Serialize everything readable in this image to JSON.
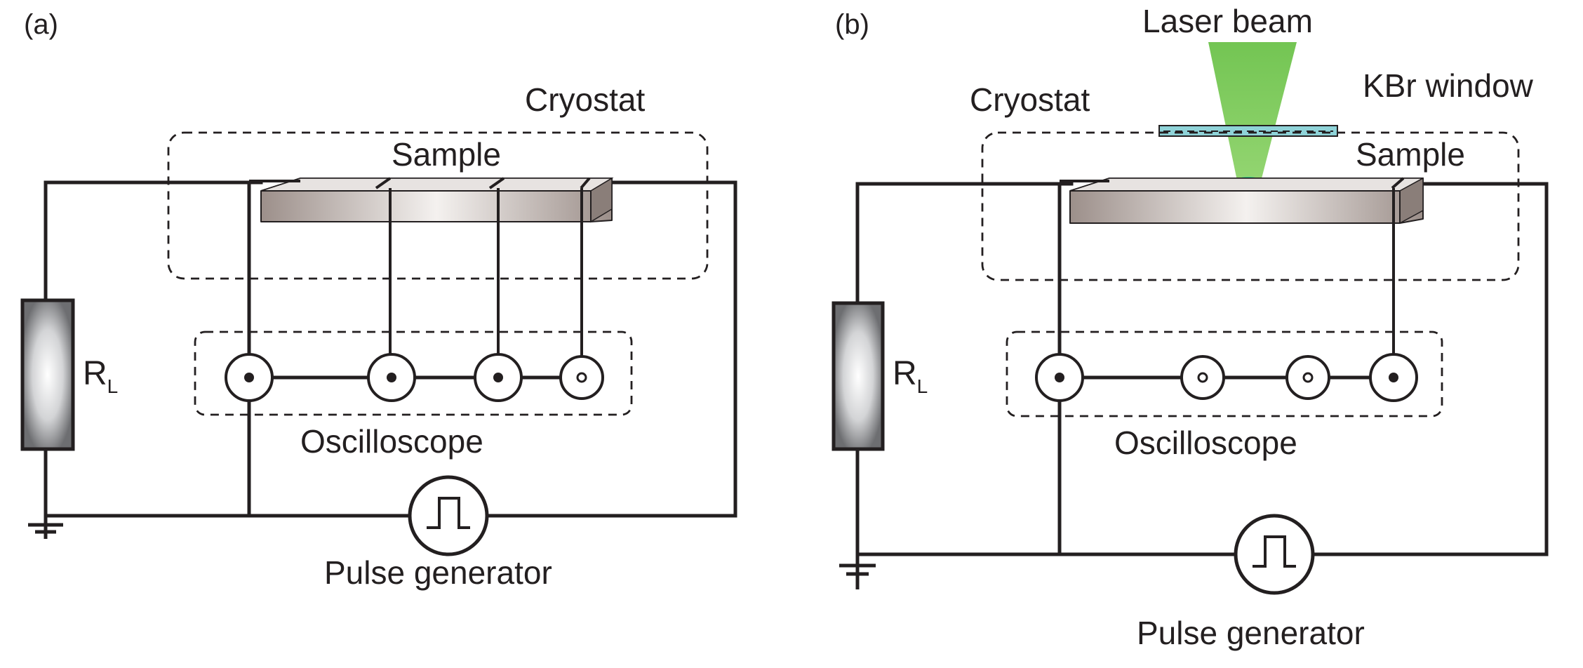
{
  "panels": [
    {
      "id": "a",
      "panel_label": "(a)",
      "cryostat_label": "Cryostat",
      "sample_label": "Sample",
      "resistor_label_main": "R",
      "resistor_label_sub": "L",
      "oscilloscope_label": "Oscilloscope",
      "pulse_generator_label": "Pulse generator",
      "oscilloscope_channels": 4,
      "sample_contacts": 4
    },
    {
      "id": "b",
      "panel_label": "(b)",
      "cryostat_label": "Cryostat",
      "sample_label": "Sample",
      "laser_label": "Laser beam",
      "window_label": "KBr window",
      "resistor_label_main": "R",
      "resistor_label_sub": "L",
      "oscilloscope_label": "Oscilloscope",
      "pulse_generator_label": "Pulse generator",
      "oscilloscope_channels": 4,
      "sample_contacts": 2
    }
  ],
  "colors": {
    "line": "#231f20",
    "laser": "#6cc24a",
    "laser_spot": "#2fd08a",
    "kbr_window": "#8fd3d8",
    "sample_light": "#f4f1ef",
    "sample_dark": "#9c8f8a",
    "resistor_light": "#ffffff",
    "resistor_dark": "#6d6e71"
  }
}
